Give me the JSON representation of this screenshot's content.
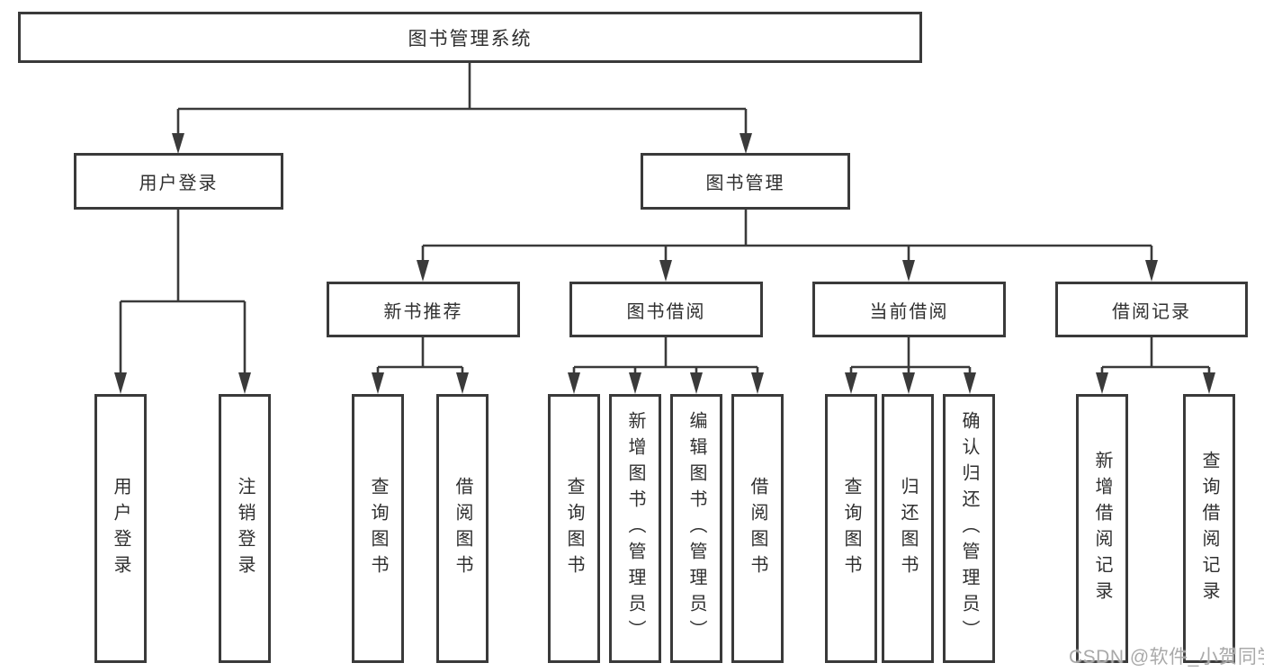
{
  "tree": {
    "root": "图书管理系统",
    "level2": [
      {
        "label": "用户登录",
        "children": [
          "用户登录",
          "注销登录"
        ]
      },
      {
        "label": "图书管理",
        "children": [
          {
            "label": "新书推荐",
            "children": [
              "查询图书",
              "借阅图书"
            ]
          },
          {
            "label": "图书借阅",
            "children": [
              "查询图书",
              "新增图书（管理员）",
              "编辑图书（管理员）",
              "借阅图书"
            ]
          },
          {
            "label": "当前借阅",
            "children": [
              "查询图书",
              "归还图书",
              "确认归还（管理员）"
            ]
          },
          {
            "label": "借阅记录",
            "children": [
              "新增借阅记录",
              "查询借阅记录"
            ]
          }
        ]
      }
    ]
  },
  "watermark": "CSDN @软件_小贺同学",
  "colors": {
    "background": "#ffffff",
    "box_fill": "#ffffff",
    "box_border": "#3a3a3a",
    "line": "#3a3a3a",
    "text": "#2f2f2f",
    "watermark": "#a9a9a9"
  }
}
